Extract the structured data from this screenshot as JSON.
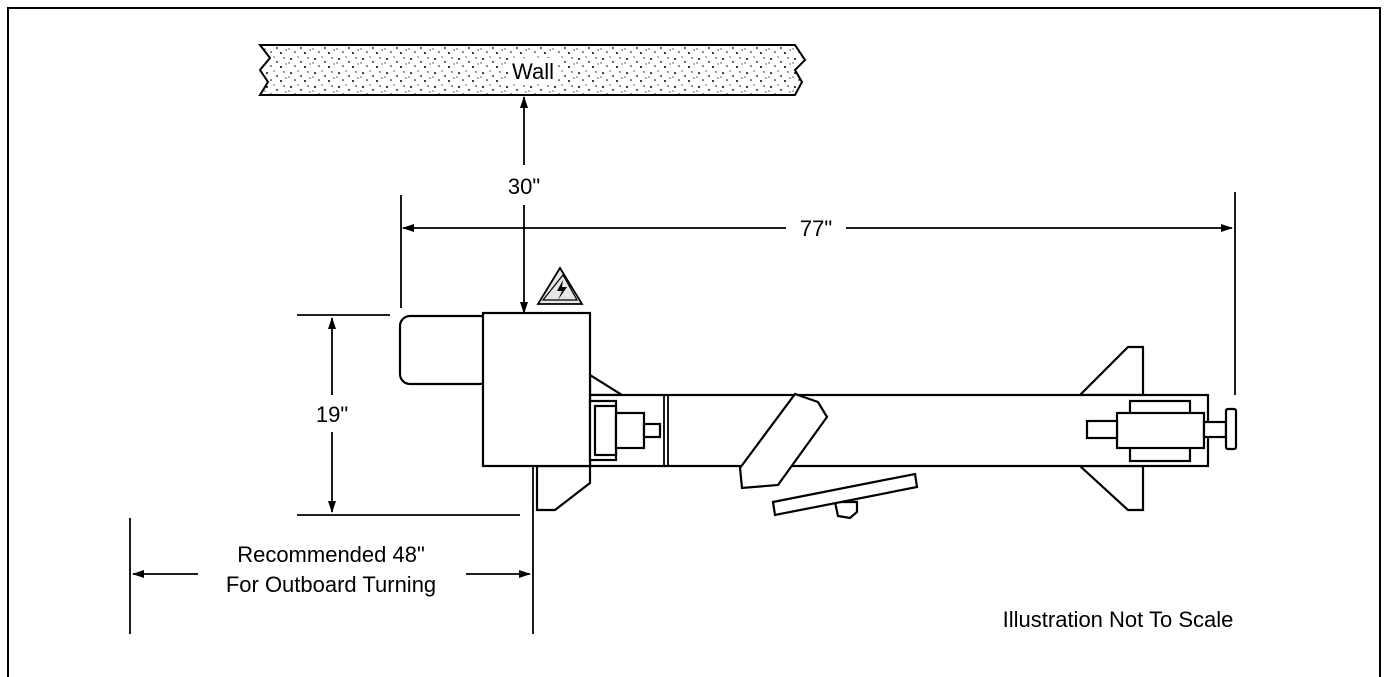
{
  "labels": {
    "wall": "Wall",
    "clearance_wall": "30\"",
    "length": "77\"",
    "width": "19\"",
    "outboard_line1": "Recommended 48\"",
    "outboard_line2": "For Outboard Turning",
    "scale_note": "Illustration Not To Scale"
  },
  "icons": [
    "electrical-hazard-icon"
  ]
}
